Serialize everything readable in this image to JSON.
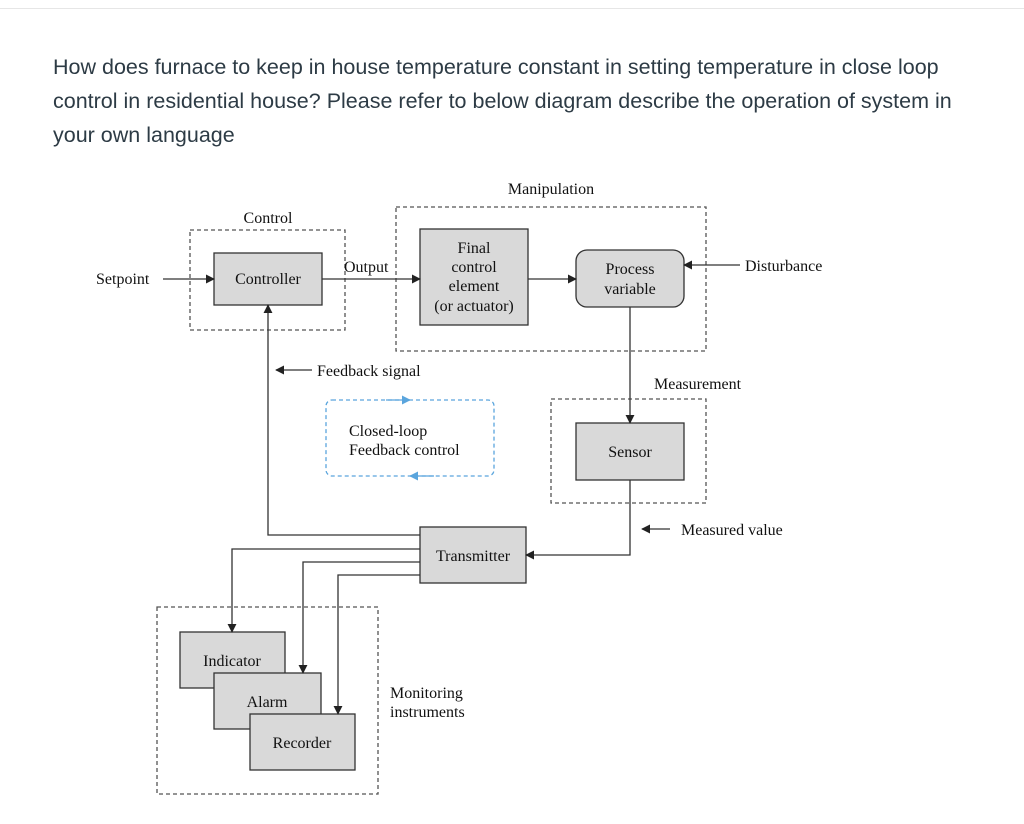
{
  "question": "How does furnace to keep in house temperature constant in setting temperature in close loop control in residential house? Please refer to below diagram describe the operation of system in your own language",
  "diagram": {
    "group_control": "Control",
    "group_manipulation": "Manipulation",
    "setpoint": "Setpoint",
    "controller": "Controller",
    "output": "Output",
    "final_element": [
      "Final",
      "control",
      "element",
      "(or actuator)"
    ],
    "process_variable": [
      "Process",
      "variable"
    ],
    "disturbance": "Disturbance",
    "feedback_signal": "Feedback signal",
    "measurement": "Measurement",
    "closed_loop": [
      "Closed-loop",
      "Feedback control"
    ],
    "sensor": "Sensor",
    "measured_value": "Measured value",
    "transmitter": "Transmitter",
    "indicator": "Indicator",
    "alarm": "Alarm",
    "recorder": "Recorder",
    "monitoring": [
      "Monitoring",
      "instruments"
    ]
  }
}
